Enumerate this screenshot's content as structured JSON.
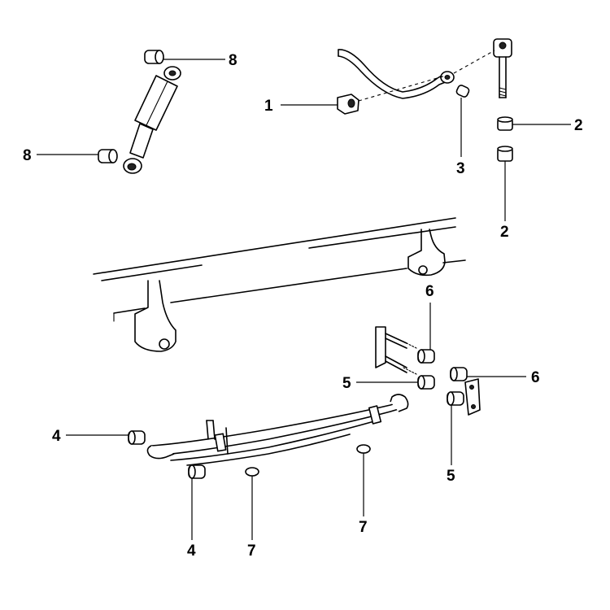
{
  "callouts": {
    "c1": "1",
    "c2a": "2",
    "c2b": "2",
    "c3": "3",
    "c4a": "4",
    "c4b": "4",
    "c5a": "5",
    "c5b": "5",
    "c6a": "6",
    "c6b": "6",
    "c7a": "7",
    "c7b": "7",
    "c8a": "8",
    "c8b": "8"
  }
}
